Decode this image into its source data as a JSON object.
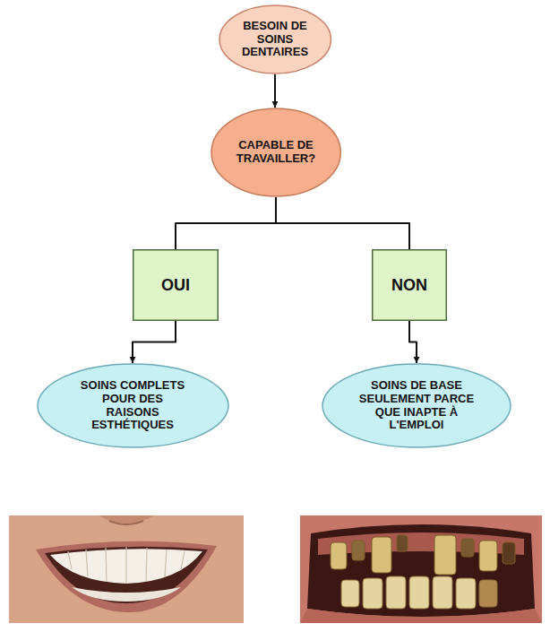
{
  "diagram": {
    "nodes": [
      {
        "text": [
          "BESOIN DE SOINS DENTAIRES"
        ]
      },
      {
        "text": [
          "CAPABLE DE TRAVAILLER?"
        ]
      },
      {
        "text": [
          "OUI"
        ]
      },
      {
        "text": [
          "NON"
        ]
      },
      {
        "text": [
          "SOINS COMPLETS POUR DES RAISONS ESTHÉTIQUES"
        ]
      },
      {
        "text": [
          "SOINS DE BASE SEULEMENT PARCE QUE INAPTE À L'EMPLOI"
        ]
      }
    ],
    "edges": [
      {
        "from": 0,
        "to": 1,
        "arrow": "to"
      },
      {
        "from": 1,
        "to": 2,
        "arrow": "none"
      },
      {
        "from": 1,
        "to": 3,
        "arrow": "none"
      },
      {
        "from": 2,
        "to": 4,
        "arrow": "to"
      },
      {
        "from": 3,
        "to": 5,
        "arrow": "to"
      }
    ]
  }
}
